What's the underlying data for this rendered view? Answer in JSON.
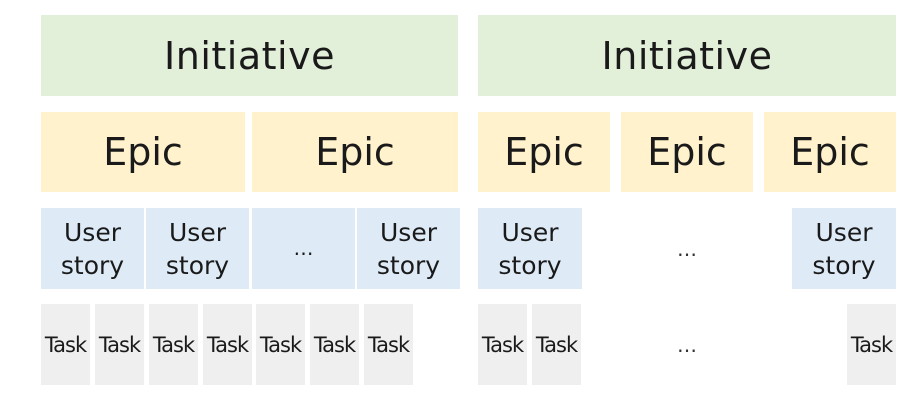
{
  "left": {
    "initiative": "Initiative",
    "epics": [
      "Epic",
      "Epic"
    ],
    "stories": [
      {
        "line1": "User",
        "line2": "story"
      },
      {
        "line1": "User",
        "line2": "story"
      },
      {
        "ellipsis": "…"
      },
      {
        "line1": "User",
        "line2": "story"
      }
    ],
    "tasks": [
      "Task",
      "Task",
      "Task",
      "Task",
      "Task",
      "Task",
      "Task"
    ]
  },
  "right": {
    "initiative": "Initiative",
    "epics": [
      "Epic",
      "Epic",
      "Epic"
    ],
    "stories": [
      {
        "line1": "User",
        "line2": "story"
      },
      {
        "ellipsis": "…"
      },
      {
        "line1": "User",
        "line2": "story"
      }
    ],
    "tasks": [
      "Task",
      "Task",
      "…",
      "Task"
    ]
  },
  "colors": {
    "initiative": "#e2efd9",
    "epic": "#fff2cc",
    "user_story": "#deebf7",
    "task": "#efefef"
  }
}
